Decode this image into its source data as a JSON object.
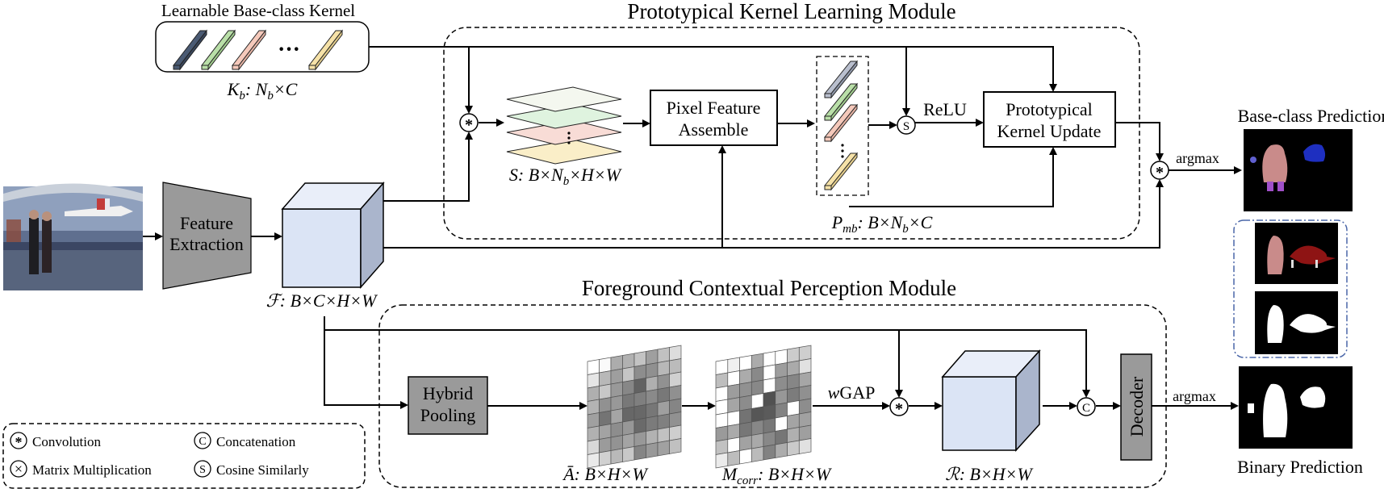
{
  "titles": {
    "pkl": "Prototypical Kernel Learning Module",
    "fcp": "Foreground Contextual Perception Module"
  },
  "kernel": {
    "title": "Learnable Base-class Kernel",
    "ellipsis": "···",
    "k_sym": "K",
    "k_sub": "b",
    "k_dims": ": N",
    "k_dims_sub": "b",
    "k_dims_rest": "×C"
  },
  "blocks": {
    "feature_extraction_l1": "Feature",
    "feature_extraction_l2": "Extraction",
    "pixel_feature_l1": "Pixel Feature",
    "pixel_feature_l2": "Assemble",
    "kernel_update_l1": "Prototypical",
    "kernel_update_l2": "Kernel Update",
    "hybrid_l1": "Hybrid",
    "hybrid_l2": "Pooling",
    "decoder": "Decoder"
  },
  "edges": {
    "relu": "ReLU",
    "argmax_top": "argmax",
    "argmax_bottom": "argmax",
    "wgap_w": "w",
    "wgap_rest": "GAP"
  },
  "dims": {
    "f_sym": "ℱ",
    "f_rest": ": B×C×H×W",
    "s_sym": "S",
    "s_rest1": ": B×N",
    "s_sub": "b",
    "s_rest2": "×H×W",
    "p_sym": "P",
    "p_sub": "mb",
    "p_rest1": ": B×N",
    "p_sub2": "b",
    "p_rest2": "×C",
    "a_sym": "Ā",
    "a_rest": ": B×H×W",
    "m_sym": "M",
    "m_sub": "corr",
    "m_rest": ": B×H×W",
    "r_sym": "ℛ",
    "r_rest": ": B×H×W"
  },
  "predictions": {
    "base": "Base-class Prediction",
    "binary": "Binary Prediction"
  },
  "legend": {
    "convolution": "Convolution",
    "matmul": "Matrix Multiplication",
    "concat": "Concatenation",
    "cosine": "Cosine Similarly",
    "sym_conv": "*",
    "sym_mat": "×",
    "sym_cat": "C",
    "sym_cos": "S"
  },
  "operators": {
    "conv": "*",
    "cos": "S",
    "cat": "C"
  },
  "colors": {
    "kernel_bars": [
      "#4a5a73",
      "#b9dfa8",
      "#f5c9bb",
      "#f6e2a8"
    ],
    "slice_colors": [
      "#f4f7ef",
      "#dff3df",
      "#f8dcd6",
      "#faeec8"
    ],
    "cube_front": "#dbe4f5",
    "cube_top": "#e9eef9",
    "cube_side": "#aab5cc",
    "gray_block": "#9a9a9a"
  }
}
